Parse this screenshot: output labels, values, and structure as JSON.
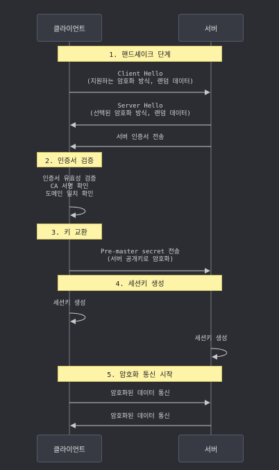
{
  "actors": {
    "client": "클라이언트",
    "server": "서버"
  },
  "notes": {
    "handshake": "1. 핸드셰이크 단계",
    "cert_verify": "2. 인증서 검증",
    "key_exchange": "3. 키 교환",
    "session_key": "4. 세션키 생성",
    "encrypted_comm": "5. 암호화 통신 시작"
  },
  "messages": {
    "client_hello_1": "Client Hello",
    "client_hello_2": "(지원하는 암호화 방식, 랜덤 데이터)",
    "server_hello_1": "Server Hello",
    "server_hello_2": "(선택된 암호화 방식, 랜덤 데이터)",
    "server_cert": "서버 인증서 전송",
    "verify_1": "인증서 유효성 검증",
    "verify_2": "CA 서명 확인",
    "verify_3": "도메인 일치 확인",
    "premaster_1": "Pre-master secret 전송",
    "premaster_2": "(서버 공개키로 암호화)",
    "client_session": "세션키 생성",
    "server_session": "세션키 생성",
    "data_to_server": "암호화된 데이터 통신",
    "data_to_client": "암호화된 데이터 통신"
  }
}
